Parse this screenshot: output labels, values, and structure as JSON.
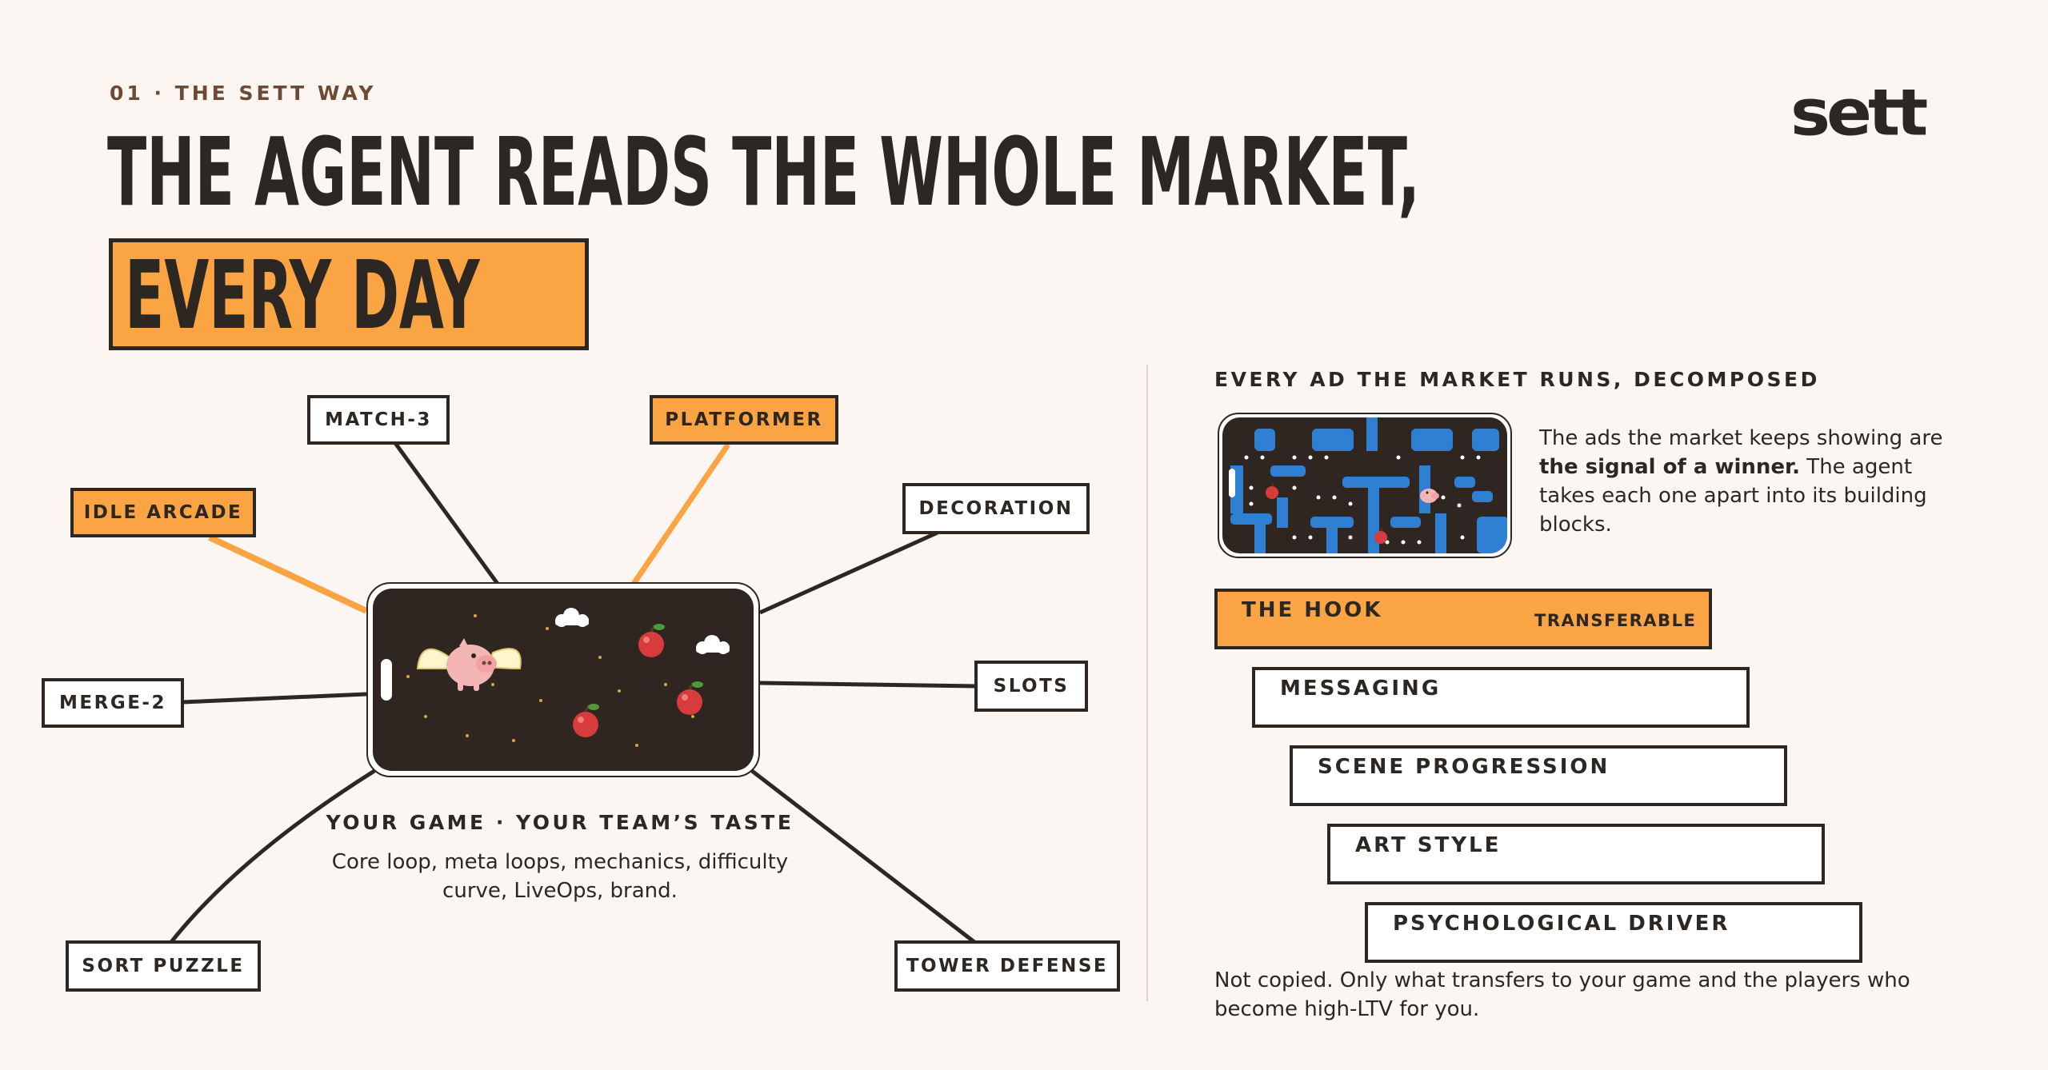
{
  "colors": {
    "background": "#fbf6f1",
    "ink": "#2c2722",
    "accent_orange": "#fba443",
    "eyebrow_brown": "#6d4a35",
    "game_screen": "#2f2621",
    "maze_blue": "#2f7fd3"
  },
  "header": {
    "eyebrow": "01 · THE SETT WAY",
    "headline_line1": "THE AGENT READS THE WHOLE MARKET,",
    "headline_highlight": "EVERY DAY",
    "logo": "sett"
  },
  "genre_map": {
    "genres": [
      {
        "id": "match-3",
        "label": "MATCH-3",
        "highlight": false
      },
      {
        "id": "platformer",
        "label": "PLATFORMER",
        "highlight": true
      },
      {
        "id": "idle-arcade",
        "label": "IDLE ARCADE",
        "highlight": true
      },
      {
        "id": "decoration",
        "label": "DECORATION",
        "highlight": false
      },
      {
        "id": "merge-2",
        "label": "MERGE-2",
        "highlight": false
      },
      {
        "id": "slots",
        "label": "SLOTS",
        "highlight": false
      },
      {
        "id": "sort-puzzle",
        "label": "SORT PUZZLE",
        "highlight": false
      },
      {
        "id": "tower-defense",
        "label": "TOWER DEFENSE",
        "highlight": false
      }
    ],
    "game_caption": "YOUR GAME · YOUR TEAM’S TASTE",
    "game_description": "Core loop, meta loops, mechanics, difficulty curve, LiveOps, brand."
  },
  "decomposition": {
    "title": "EVERY AD THE MARKET RUNS, DECOMPOSED",
    "intro_pre": "The ads the market keeps showing are ",
    "intro_bold": "the signal of a winner.",
    "intro_post": " The agent takes each one apart into its building blocks.",
    "layers": [
      {
        "label": "THE HOOK",
        "tag": "TRANSFERABLE",
        "highlight": true
      },
      {
        "label": "MESSAGING",
        "tag": "",
        "highlight": false
      },
      {
        "label": "SCENE PROGRESSION",
        "tag": "",
        "highlight": false
      },
      {
        "label": "ART STYLE",
        "tag": "",
        "highlight": false
      },
      {
        "label": "PSYCHOLOGICAL DRIVER",
        "tag": "",
        "highlight": false
      }
    ],
    "footnote": "Not copied. Only what transfers to your game and the players who become high-LTV for you."
  },
  "icons": {
    "game_art": [
      "flying-pig-icon",
      "apple-icon",
      "cloud-icon"
    ],
    "ad_thumbnail": [
      "maze-icon",
      "pig-icon",
      "apple-icon"
    ]
  }
}
